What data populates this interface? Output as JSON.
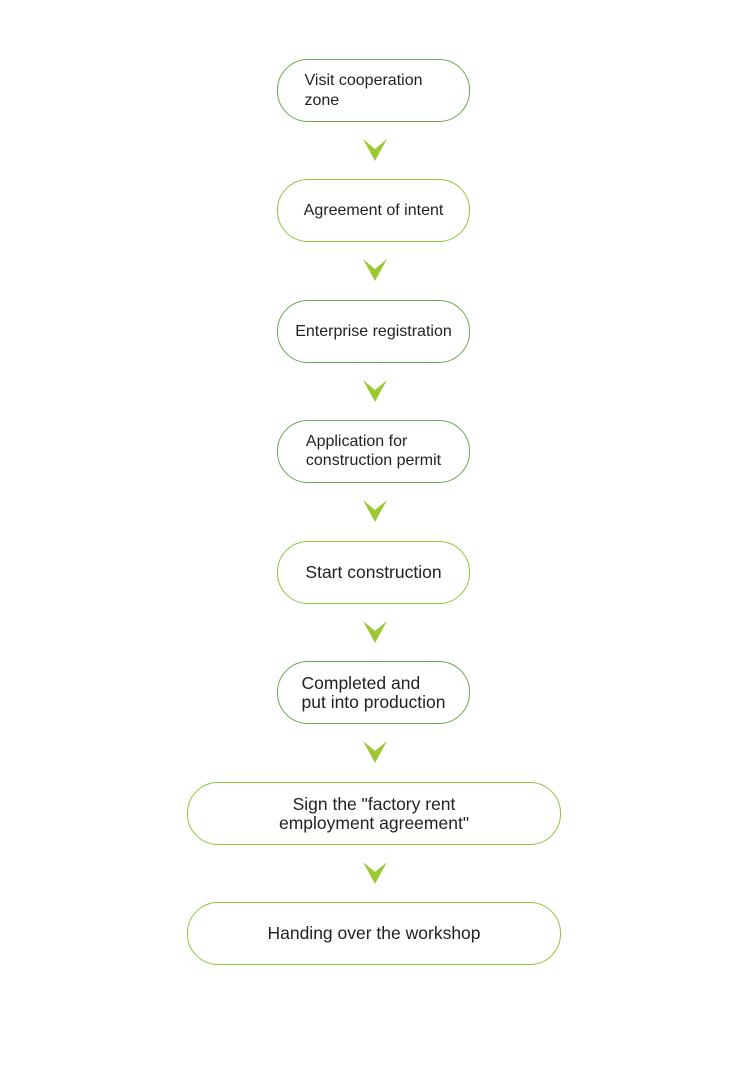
{
  "accent_color": "#8cc63f",
  "flow": {
    "steps": [
      {
        "label": "Visit cooperation\nzone"
      },
      {
        "label": "Agreement of intent"
      },
      {
        "label": "Enterprise registration"
      },
      {
        "label": "Application for\n construction permit"
      },
      {
        "label": "Start construction"
      },
      {
        "label": "Completed and\nput into production"
      },
      {
        "label": "Sign the \"factory rent\nemployment agreement\""
      },
      {
        "label": "Handing over the workshop"
      }
    ],
    "connector_icon": "chevron-down-icon"
  }
}
